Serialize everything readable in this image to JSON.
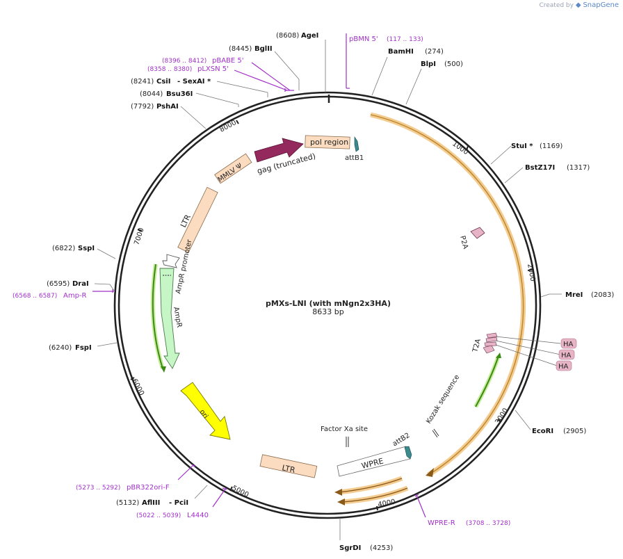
{
  "branding": {
    "created_by": "Created by",
    "app": "SnapGene"
  },
  "plasmid": {
    "name": "pMXs-LNI (with mNgn2x3HA)",
    "size": "8633 bp"
  },
  "ticks": [
    "1000",
    "2000",
    "3000",
    "4000",
    "5000",
    "6000",
    "7000",
    "8000"
  ],
  "sites": [
    {
      "name": "AgeI",
      "pos": "(8608)"
    },
    {
      "name": "BglII",
      "pos": "(8445)"
    },
    {
      "name": "CsiI",
      "suffix": "- SexAI *",
      "pos": "(8241)"
    },
    {
      "name": "Bsu36I",
      "pos": "(8044)"
    },
    {
      "name": "PshAI",
      "pos": "(7792)"
    },
    {
      "name": "BamHI",
      "pos": "(274)"
    },
    {
      "name": "BlpI",
      "pos": "(500)"
    },
    {
      "name": "StuI *",
      "pos": "(1169)"
    },
    {
      "name": "BstZ17I",
      "pos": "(1317)"
    },
    {
      "name": "MreI",
      "pos": "(2083)"
    },
    {
      "name": "EcoRI",
      "pos": "(2905)"
    },
    {
      "name": "SgrDI",
      "pos": "(4253)"
    },
    {
      "name": "AflIII",
      "suffix": "- PciI",
      "pos": "(5132)"
    },
    {
      "name": "FspI",
      "pos": "(6240)"
    },
    {
      "name": "DraI",
      "pos": "(6595)"
    },
    {
      "name": "SspI",
      "pos": "(6822)"
    }
  ],
  "primers": [
    {
      "name": "pBMN 5'",
      "range": "(117 .. 133)"
    },
    {
      "name": "pBABE 5'",
      "range": "(8396 .. 8412)"
    },
    {
      "name": "pLXSN 5'",
      "range": "(8358 .. 8380)"
    },
    {
      "name": "Amp-R",
      "range": "(6568 .. 6587)"
    },
    {
      "name": "pBR322ori-F",
      "range": "(5273 .. 5292)"
    },
    {
      "name": "L4440",
      "range": "(5022 .. 5039)"
    },
    {
      "name": "WPRE-R",
      "range": "(3708 .. 3728)"
    }
  ],
  "features": {
    "pol_region": "pol region",
    "attB1": "attB1",
    "gag": "gag (truncated)",
    "mmlv": "MMLV Ψ",
    "ltr1": "LTR",
    "ampr_promoter": "AmpR promoter",
    "ampr": "AmpR",
    "ori": "ori",
    "ltr2": "LTR",
    "wpre": "WPRE",
    "attB2": "attB2",
    "factor_xa": "Factor Xa site",
    "kozak": "Kozak sequence",
    "t2a": "T2A",
    "p2a": "P2A",
    "ha": [
      "HA",
      "HA",
      "HA"
    ]
  },
  "colors": {
    "backbone": "#222222",
    "primer": "#a030c8",
    "gag": "#93295d",
    "feature_fill": "#fbdcc0",
    "ampr": "#c6f5c6",
    "ori": "#ffff00",
    "orf_orange": "#f5b868",
    "green_orf": "#3c8a16",
    "attb": "#3a8a8e",
    "tag": "#e6b4c4"
  }
}
